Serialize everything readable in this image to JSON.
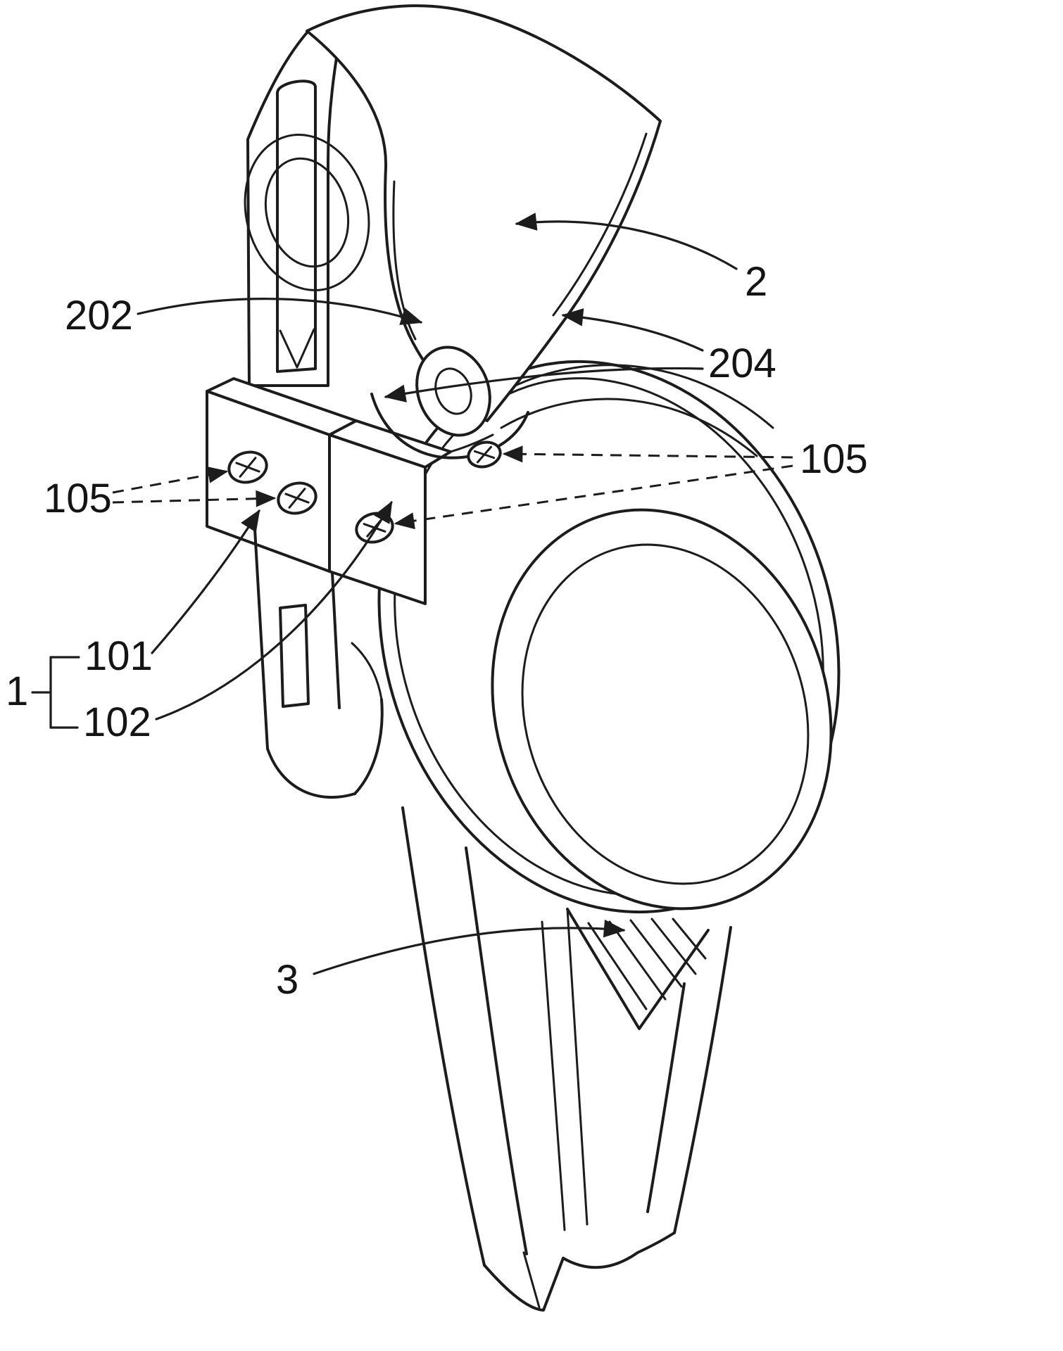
{
  "figure": {
    "background": "#ffffff",
    "line_color": "#1c1c1c",
    "labels": {
      "l2": "2",
      "l202": "202",
      "l204": "204",
      "l105_left": "105",
      "l105_right": "105",
      "l101": "101",
      "l102": "102",
      "l1": "1",
      "l3": "3"
    }
  }
}
